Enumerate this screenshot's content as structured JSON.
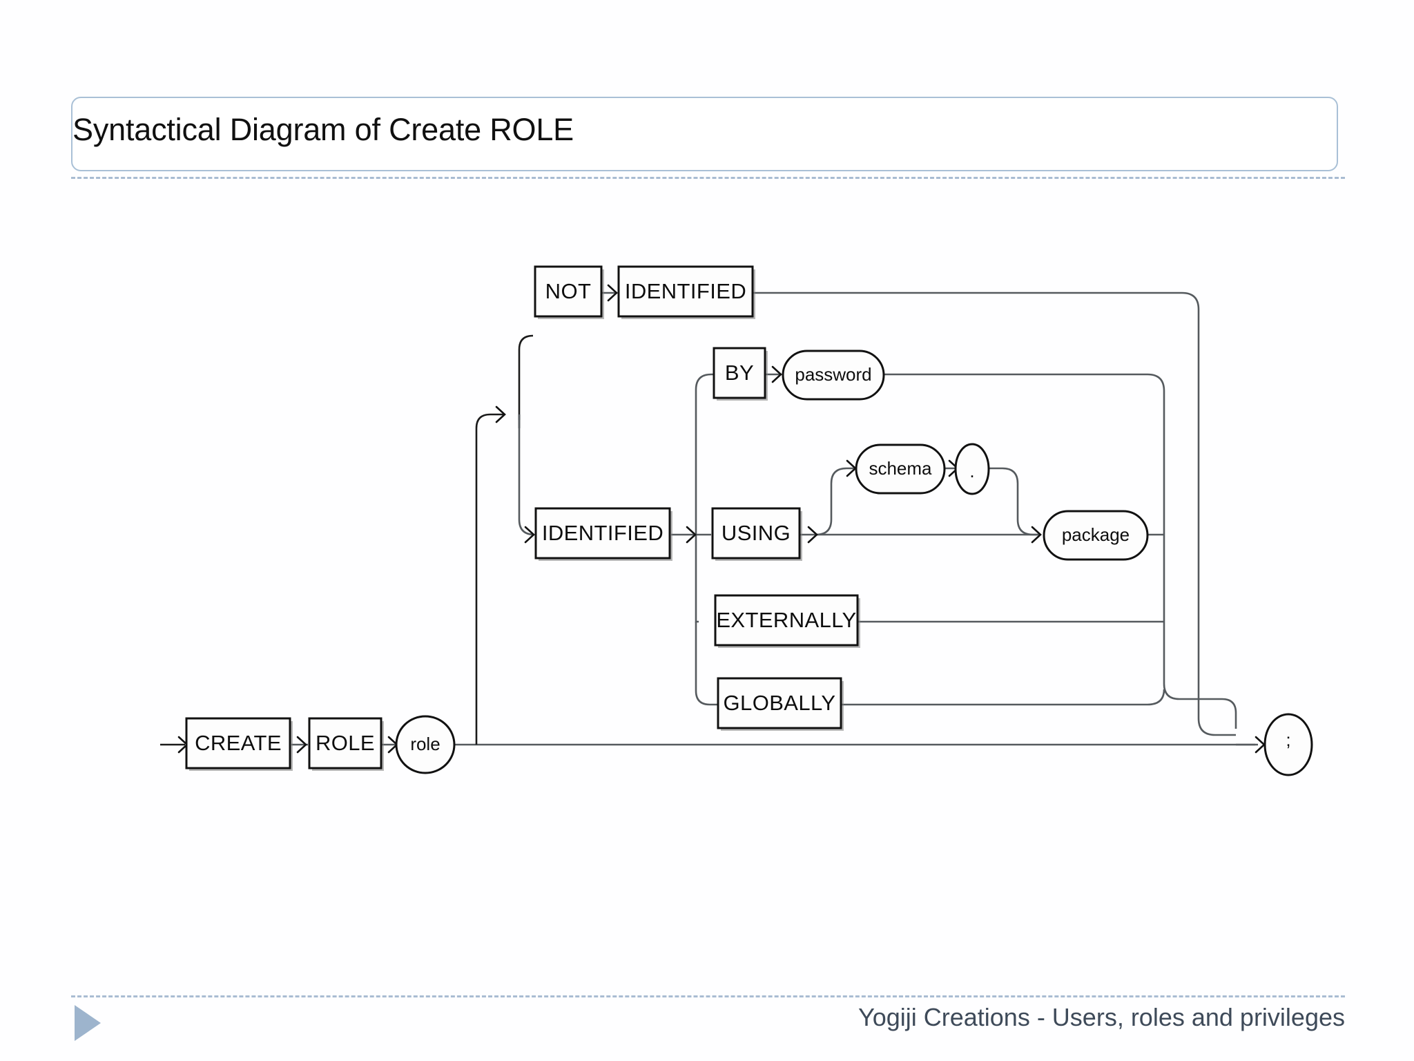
{
  "slide": {
    "title": "Syntactical Diagram of Create ROLE",
    "footer": "Yogiji Creations - Users, roles and privileges",
    "accent_color": "#A9C0D6",
    "separator_color": "#A9BCD2",
    "nav_triangle_color": "#9DB4CD",
    "background_color": "#FFFFFF"
  },
  "diagram": {
    "kind": "railroad-syntax-diagram",
    "statement": "CREATE ROLE",
    "nodes": {
      "create": {
        "label": "CREATE",
        "shape": "box"
      },
      "role_kw": {
        "label": "ROLE",
        "shape": "box"
      },
      "role_name": {
        "label": "role",
        "shape": "oval"
      },
      "not": {
        "label": "NOT",
        "shape": "box"
      },
      "identified_top": {
        "label": "IDENTIFIED",
        "shape": "box"
      },
      "identified_main": {
        "label": "IDENTIFIED",
        "shape": "box"
      },
      "by": {
        "label": "BY",
        "shape": "box"
      },
      "password": {
        "label": "password",
        "shape": "oval"
      },
      "using": {
        "label": "USING",
        "shape": "box"
      },
      "schema": {
        "label": "schema",
        "shape": "oval"
      },
      "dot": {
        "label": ".",
        "shape": "oval"
      },
      "package": {
        "label": "package",
        "shape": "oval"
      },
      "externally": {
        "label": "EXTERNALLY",
        "shape": "box"
      },
      "globally": {
        "label": "GLOBALLY",
        "shape": "box"
      },
      "terminator": {
        "label": ";",
        "shape": "oval"
      }
    },
    "branches": [
      {
        "name": "not-identified",
        "path": [
          "NOT",
          "IDENTIFIED"
        ]
      },
      {
        "name": "identified-by",
        "path": [
          "IDENTIFIED",
          "BY",
          "password"
        ]
      },
      {
        "name": "identified-using",
        "path": [
          "IDENTIFIED",
          "USING",
          "schema",
          ".",
          "package"
        ]
      },
      {
        "name": "identified-externally",
        "path": [
          "IDENTIFIED",
          "EXTERNALLY"
        ]
      },
      {
        "name": "identified-globally",
        "path": [
          "IDENTIFIED",
          "GLOBALLY"
        ]
      },
      {
        "name": "bypass",
        "path": []
      }
    ]
  }
}
